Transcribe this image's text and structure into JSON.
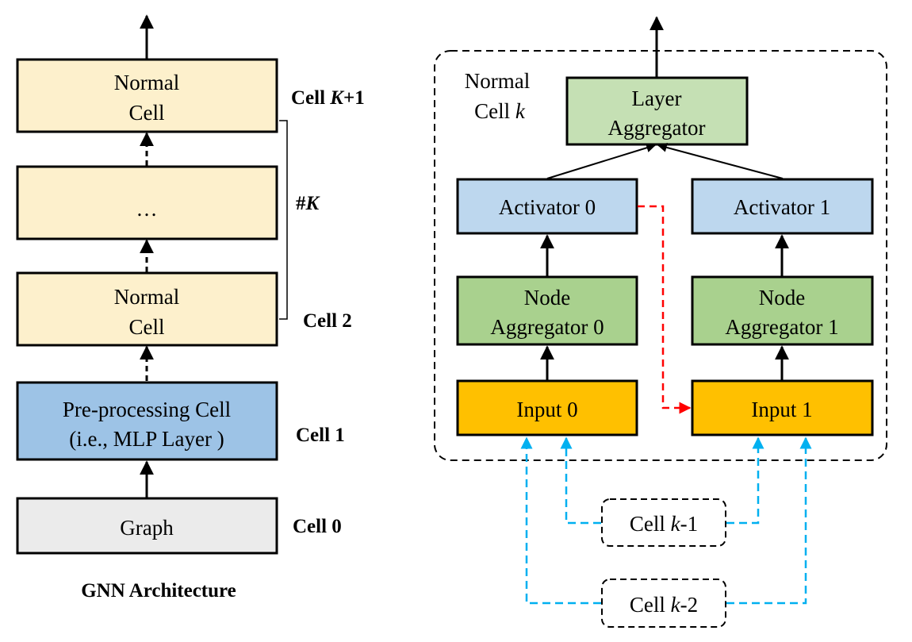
{
  "left": {
    "caption": "GNN Architecture",
    "boxes": {
      "top_normal": {
        "line1": "Normal",
        "line2": "Cell",
        "color": "#fdf0cc"
      },
      "ellipsis": {
        "text": "…",
        "color": "#fdf0cc"
      },
      "cell2_normal": {
        "line1": "Normal",
        "line2": "Cell",
        "color": "#fdf0cc"
      },
      "preproc": {
        "line1": "Pre-processing Cell",
        "line2": "(i.e., MLP Layer  )",
        "color": "#9dc3e6"
      },
      "graph": {
        "text": "Graph",
        "color": "#ebebeb"
      }
    },
    "labels": {
      "cellK1": {
        "prefix": "Cell ",
        "var": "K",
        "suffix": "+1"
      },
      "numK": {
        "prefix": "#",
        "var": "K"
      },
      "cell2": "Cell 2",
      "cell1": "Cell 1",
      "cell0": "Cell 0"
    }
  },
  "right": {
    "title": {
      "line1": "Normal",
      "line2_prefix": "Cell ",
      "line2_var": "k"
    },
    "layer_agg": {
      "line1": "Layer",
      "line2": "Aggregator",
      "color": "#c5e0b4"
    },
    "act0": {
      "text": "Activator 0",
      "color": "#bdd7ee"
    },
    "act1": {
      "text": "Activator 1",
      "color": "#bdd7ee"
    },
    "node0": {
      "line1": "Node",
      "line2": "Aggregator 0",
      "color": "#a9d18e"
    },
    "node1": {
      "line1": "Node",
      "line2": "Aggregator 1",
      "color": "#a9d18e"
    },
    "input0": {
      "text": "Input 0",
      "color": "#ffc000"
    },
    "input1": {
      "text": "Input 1",
      "color": "#ffc000"
    },
    "prev1": {
      "prefix": "Cell ",
      "var": "k",
      "suffix": "-1"
    },
    "prev2": {
      "prefix": "Cell ",
      "var": "k",
      "suffix": "-2"
    }
  },
  "colors": {
    "red_arrow": "#ff0000",
    "blue_arrow": "#00b0f0"
  }
}
